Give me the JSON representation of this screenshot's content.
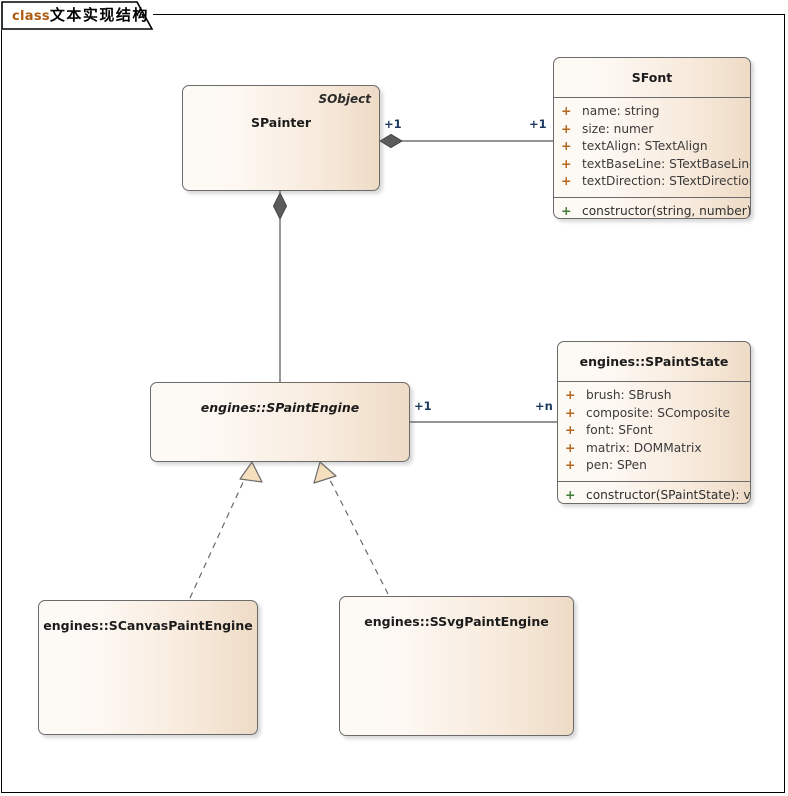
{
  "diagram": {
    "tab": {
      "keyword": "class",
      "title": "文本实现结构"
    },
    "accent_orange": "#b3671f",
    "accent_green": "#3f7d35",
    "line_color": "#6b6b6b",
    "box_fill_light": "#fdfaf6",
    "box_fill_dark": "#eedbc6"
  },
  "classes": [
    {
      "id": "spainter",
      "name": "SPainter",
      "stereotype": "SObject",
      "abstract": false,
      "attributes": [],
      "operations": []
    },
    {
      "id": "sfont",
      "name": "SFont",
      "stereotype": "",
      "abstract": false,
      "attributes": [
        {
          "vis": "+",
          "text": "name: string"
        },
        {
          "vis": "+",
          "text": "size: numer"
        },
        {
          "vis": "+",
          "text": "textAlign: STextAlign"
        },
        {
          "vis": "+",
          "text": "textBaseLine: STextBaseLine"
        },
        {
          "vis": "+",
          "text": "textDirection: STextDirection"
        }
      ],
      "operations": [
        {
          "vis": "+",
          "text": "constructor(string, number): void"
        }
      ]
    },
    {
      "id": "spaintengine",
      "name": "engines::SPaintEngine",
      "stereotype": "",
      "abstract": true,
      "attributes": [],
      "operations": []
    },
    {
      "id": "spaintstate",
      "name": "engines::SPaintState",
      "stereotype": "",
      "abstract": false,
      "attributes": [
        {
          "vis": "+",
          "text": "brush: SBrush"
        },
        {
          "vis": "+",
          "text": "composite: SComposite"
        },
        {
          "vis": "+",
          "text": "font: SFont"
        },
        {
          "vis": "+",
          "text": "matrix: DOMMatrix"
        },
        {
          "vis": "+",
          "text": "pen: SPen"
        }
      ],
      "operations": [
        {
          "vis": "+",
          "text": "constructor(SPaintState): void"
        }
      ]
    },
    {
      "id": "scanvaspaintengine",
      "name": "engines::SCanvasPaintEngine",
      "stereotype": "",
      "abstract": false,
      "attributes": [],
      "operations": []
    },
    {
      "id": "ssvgpaintengine",
      "name": "engines::SSvgPaintEngine",
      "stereotype": "",
      "abstract": false,
      "attributes": [],
      "operations": []
    }
  ],
  "relations": [
    {
      "id": "spainter-sfont",
      "type": "composition",
      "from": "spainter",
      "to": "sfont",
      "source_multiplicity": "+1",
      "target_multiplicity": "+1"
    },
    {
      "id": "spainter-spaintengine",
      "type": "composition",
      "from": "spainter",
      "to": "spaintengine",
      "source_multiplicity": "",
      "target_multiplicity": ""
    },
    {
      "id": "spaintengine-spaintstate",
      "type": "association",
      "from": "spaintengine",
      "to": "spaintstate",
      "source_multiplicity": "+1",
      "target_multiplicity": "+n"
    },
    {
      "id": "scanvas-realizes",
      "type": "realization",
      "from": "scanvaspaintengine",
      "to": "spaintengine",
      "source_multiplicity": "",
      "target_multiplicity": ""
    },
    {
      "id": "ssvg-realizes",
      "type": "realization",
      "from": "ssvgpaintengine",
      "to": "spaintengine",
      "source_multiplicity": "",
      "target_multiplicity": ""
    }
  ]
}
